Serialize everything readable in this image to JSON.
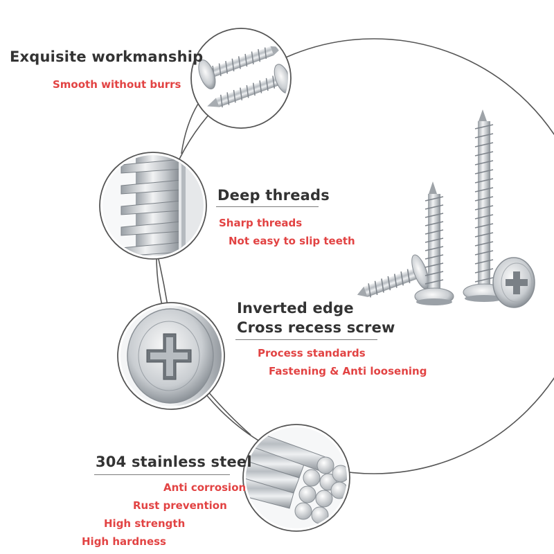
{
  "colors": {
    "heading": "#333333",
    "subtext": "#e24343",
    "ring": "#555555",
    "steel": "#c8ccd0"
  },
  "features": [
    {
      "title": [
        "Exquisite workmanship"
      ],
      "points": [
        "Smooth without burrs"
      ],
      "icon": "pan-head-screws-icon"
    },
    {
      "title": [
        "Deep threads"
      ],
      "points": [
        "Sharp threads",
        "Not easy to slip teeth"
      ],
      "icon": "thread-closeup-icon"
    },
    {
      "title": [
        "Inverted edge",
        "Cross recess screw"
      ],
      "points": [
        "Process standards",
        "Fastening & Anti loosening"
      ],
      "icon": "cross-recess-head-icon"
    },
    {
      "title": [
        "304 stainless steel"
      ],
      "points": [
        "Anti corrosion",
        "Rust prevention",
        "High strength",
        "High hardness"
      ],
      "icon": "steel-rods-icon"
    }
  ],
  "product": {
    "icon": "self-tapping-screws-icon"
  }
}
